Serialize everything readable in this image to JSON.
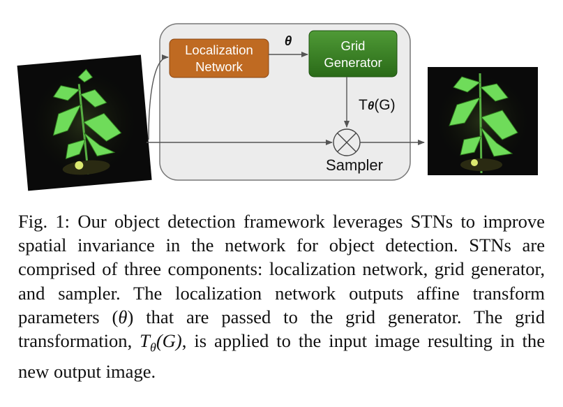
{
  "diagram": {
    "localization_network": {
      "line1": "Localization",
      "line2": "Network"
    },
    "theta_label": "θ",
    "grid_generator": {
      "line1": "Grid",
      "line2": "Generator"
    },
    "transform_label": {
      "prefix": "T",
      "sub": "θ",
      "suffix": "(G)"
    },
    "sampler_label": "Sampler",
    "colors": {
      "localization_fill": "#bf6a22",
      "grid_fill_top": "#4f9a36",
      "grid_fill_bottom": "#2a6a18",
      "container_fill": "#ececec",
      "arrow": "#555555"
    }
  },
  "caption": {
    "fig_label": "Fig. 1:",
    "part1": "Our object detection framework leverages STNs to improve spatial invariance in the network for object detection. STNs are comprised of three components: localization network, grid generator, and sampler. The localization network outputs affine transform parameters (",
    "theta": "θ",
    "part2": ") that are passed to the grid generator. The grid transformation, ",
    "tg_T": "T",
    "tg_theta": "θ",
    "tg_G": "(G)",
    "part3": ", is applied to the input image resulting in the new output image."
  }
}
